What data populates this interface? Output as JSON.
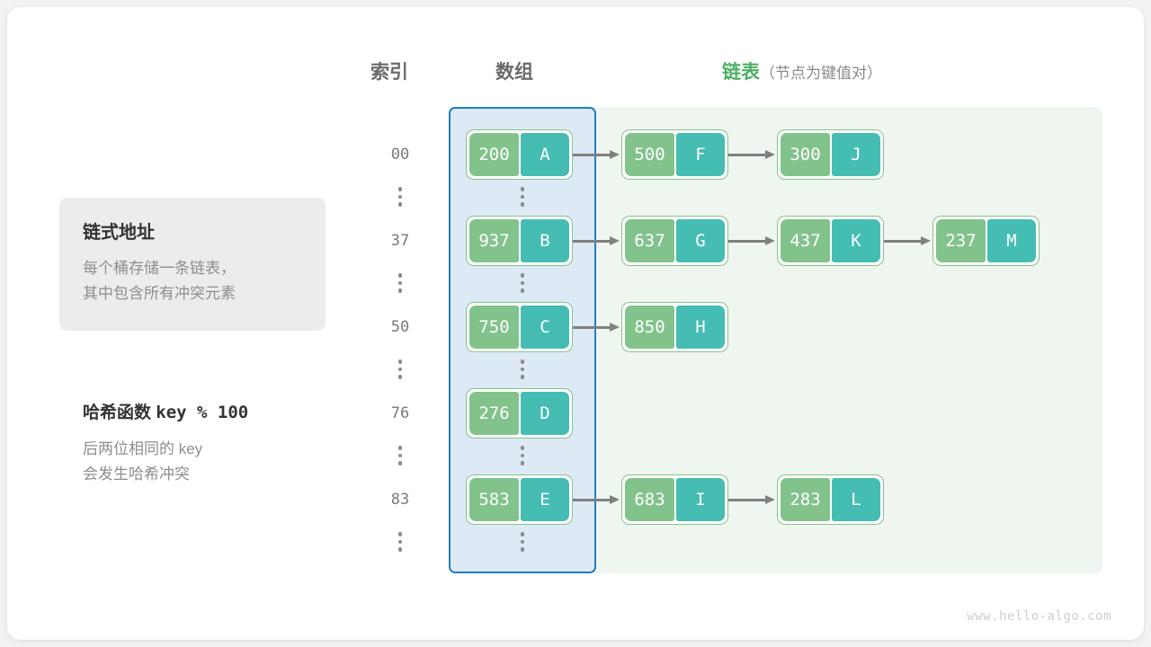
{
  "headers": {
    "index": "索引",
    "array": "数组",
    "list": "链表",
    "list_sub": "（节点为键值对）"
  },
  "note": {
    "title": "链式地址",
    "line1": "每个桶存储一条链表，",
    "line2": "其中包含所有冲突元素"
  },
  "hash_function": {
    "label": "哈希函数",
    "expression": "key % 100",
    "line1": "后两位相同的 key",
    "line2": "会发生哈希冲突"
  },
  "watermark": "www.hello-algo.com",
  "colors": {
    "key_cell": "#82c38c",
    "value_cell": "#45bdb2",
    "node_border": "#85c389",
    "array_panel_bg": "#ddeaf6",
    "array_panel_border": "#1f7ec4",
    "list_panel_bg": "#eff6ef",
    "arrow": "#808080",
    "accent_green_text": "#4caf64"
  },
  "buckets": [
    {
      "index": "00",
      "nodes": [
        {
          "key": "200",
          "value": "A"
        },
        {
          "key": "500",
          "value": "F"
        },
        {
          "key": "300",
          "value": "J"
        }
      ]
    },
    {
      "index": "37",
      "nodes": [
        {
          "key": "937",
          "value": "B"
        },
        {
          "key": "637",
          "value": "G"
        },
        {
          "key": "437",
          "value": "K"
        },
        {
          "key": "237",
          "value": "M"
        }
      ]
    },
    {
      "index": "50",
      "nodes": [
        {
          "key": "750",
          "value": "C"
        },
        {
          "key": "850",
          "value": "H"
        }
      ]
    },
    {
      "index": "76",
      "nodes": [
        {
          "key": "276",
          "value": "D"
        }
      ]
    },
    {
      "index": "83",
      "nodes": [
        {
          "key": "583",
          "value": "E"
        },
        {
          "key": "683",
          "value": "I"
        },
        {
          "key": "283",
          "value": "L"
        }
      ]
    }
  ],
  "ellipsis_symbol": "⋮"
}
